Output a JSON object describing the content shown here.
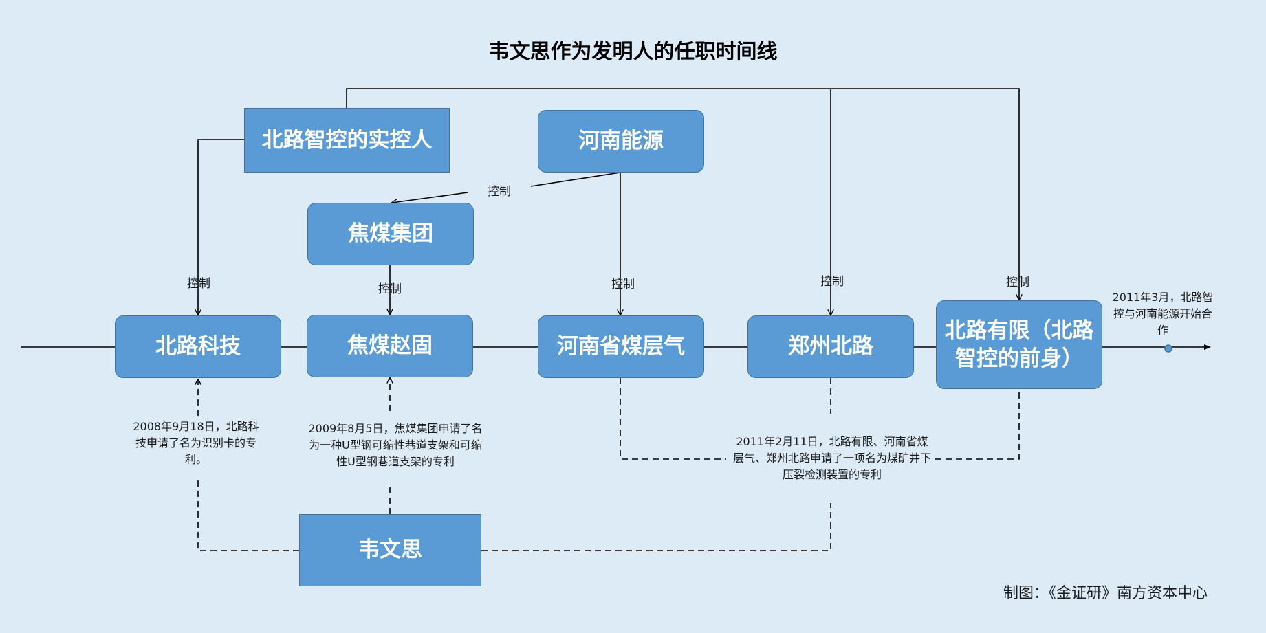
{
  "title": "韦文思作为发明人的任职时间线",
  "nodes": {
    "beilu_controller": "北路智控的实控人",
    "henan_energy": "河南能源",
    "jiaomei_group": "焦煤集团",
    "beilu_tech": "北路科技",
    "jiaomei_zhaogu": "焦煤赵固",
    "henan_cbm": "河南省煤层气",
    "zhengzhou_beilu": "郑州北路",
    "beilu_limited": "北路有限（北路智控的前身）",
    "wei_wensi": "韦文思"
  },
  "edge_labels": {
    "control_henan_to_jiaomei": "控制",
    "control_to_beilu_tech": "控制",
    "control_to_zhaogu": "控制",
    "control_to_cbm": "控制",
    "control_to_zhengzhou": "控制",
    "control_to_beilu_limited": "控制"
  },
  "notes": {
    "patent_2008": "2008年9月18日，北路科技申请了名为识别卡的专利。",
    "patent_2009": "2009年8月5日，焦煤集团申请了名为一种U型钢可缩性巷道支架和可缩性U型钢巷道支架的专利",
    "patent_2011": "2011年2月11日，北路有限、河南省煤层气、郑州北路申请了一项名为煤矿井下压裂检测装置的专利",
    "cooperation_2011": "2011年3月，北路智控与河南能源开始合作"
  },
  "credit": "制图：《金证研》南方资本中心"
}
